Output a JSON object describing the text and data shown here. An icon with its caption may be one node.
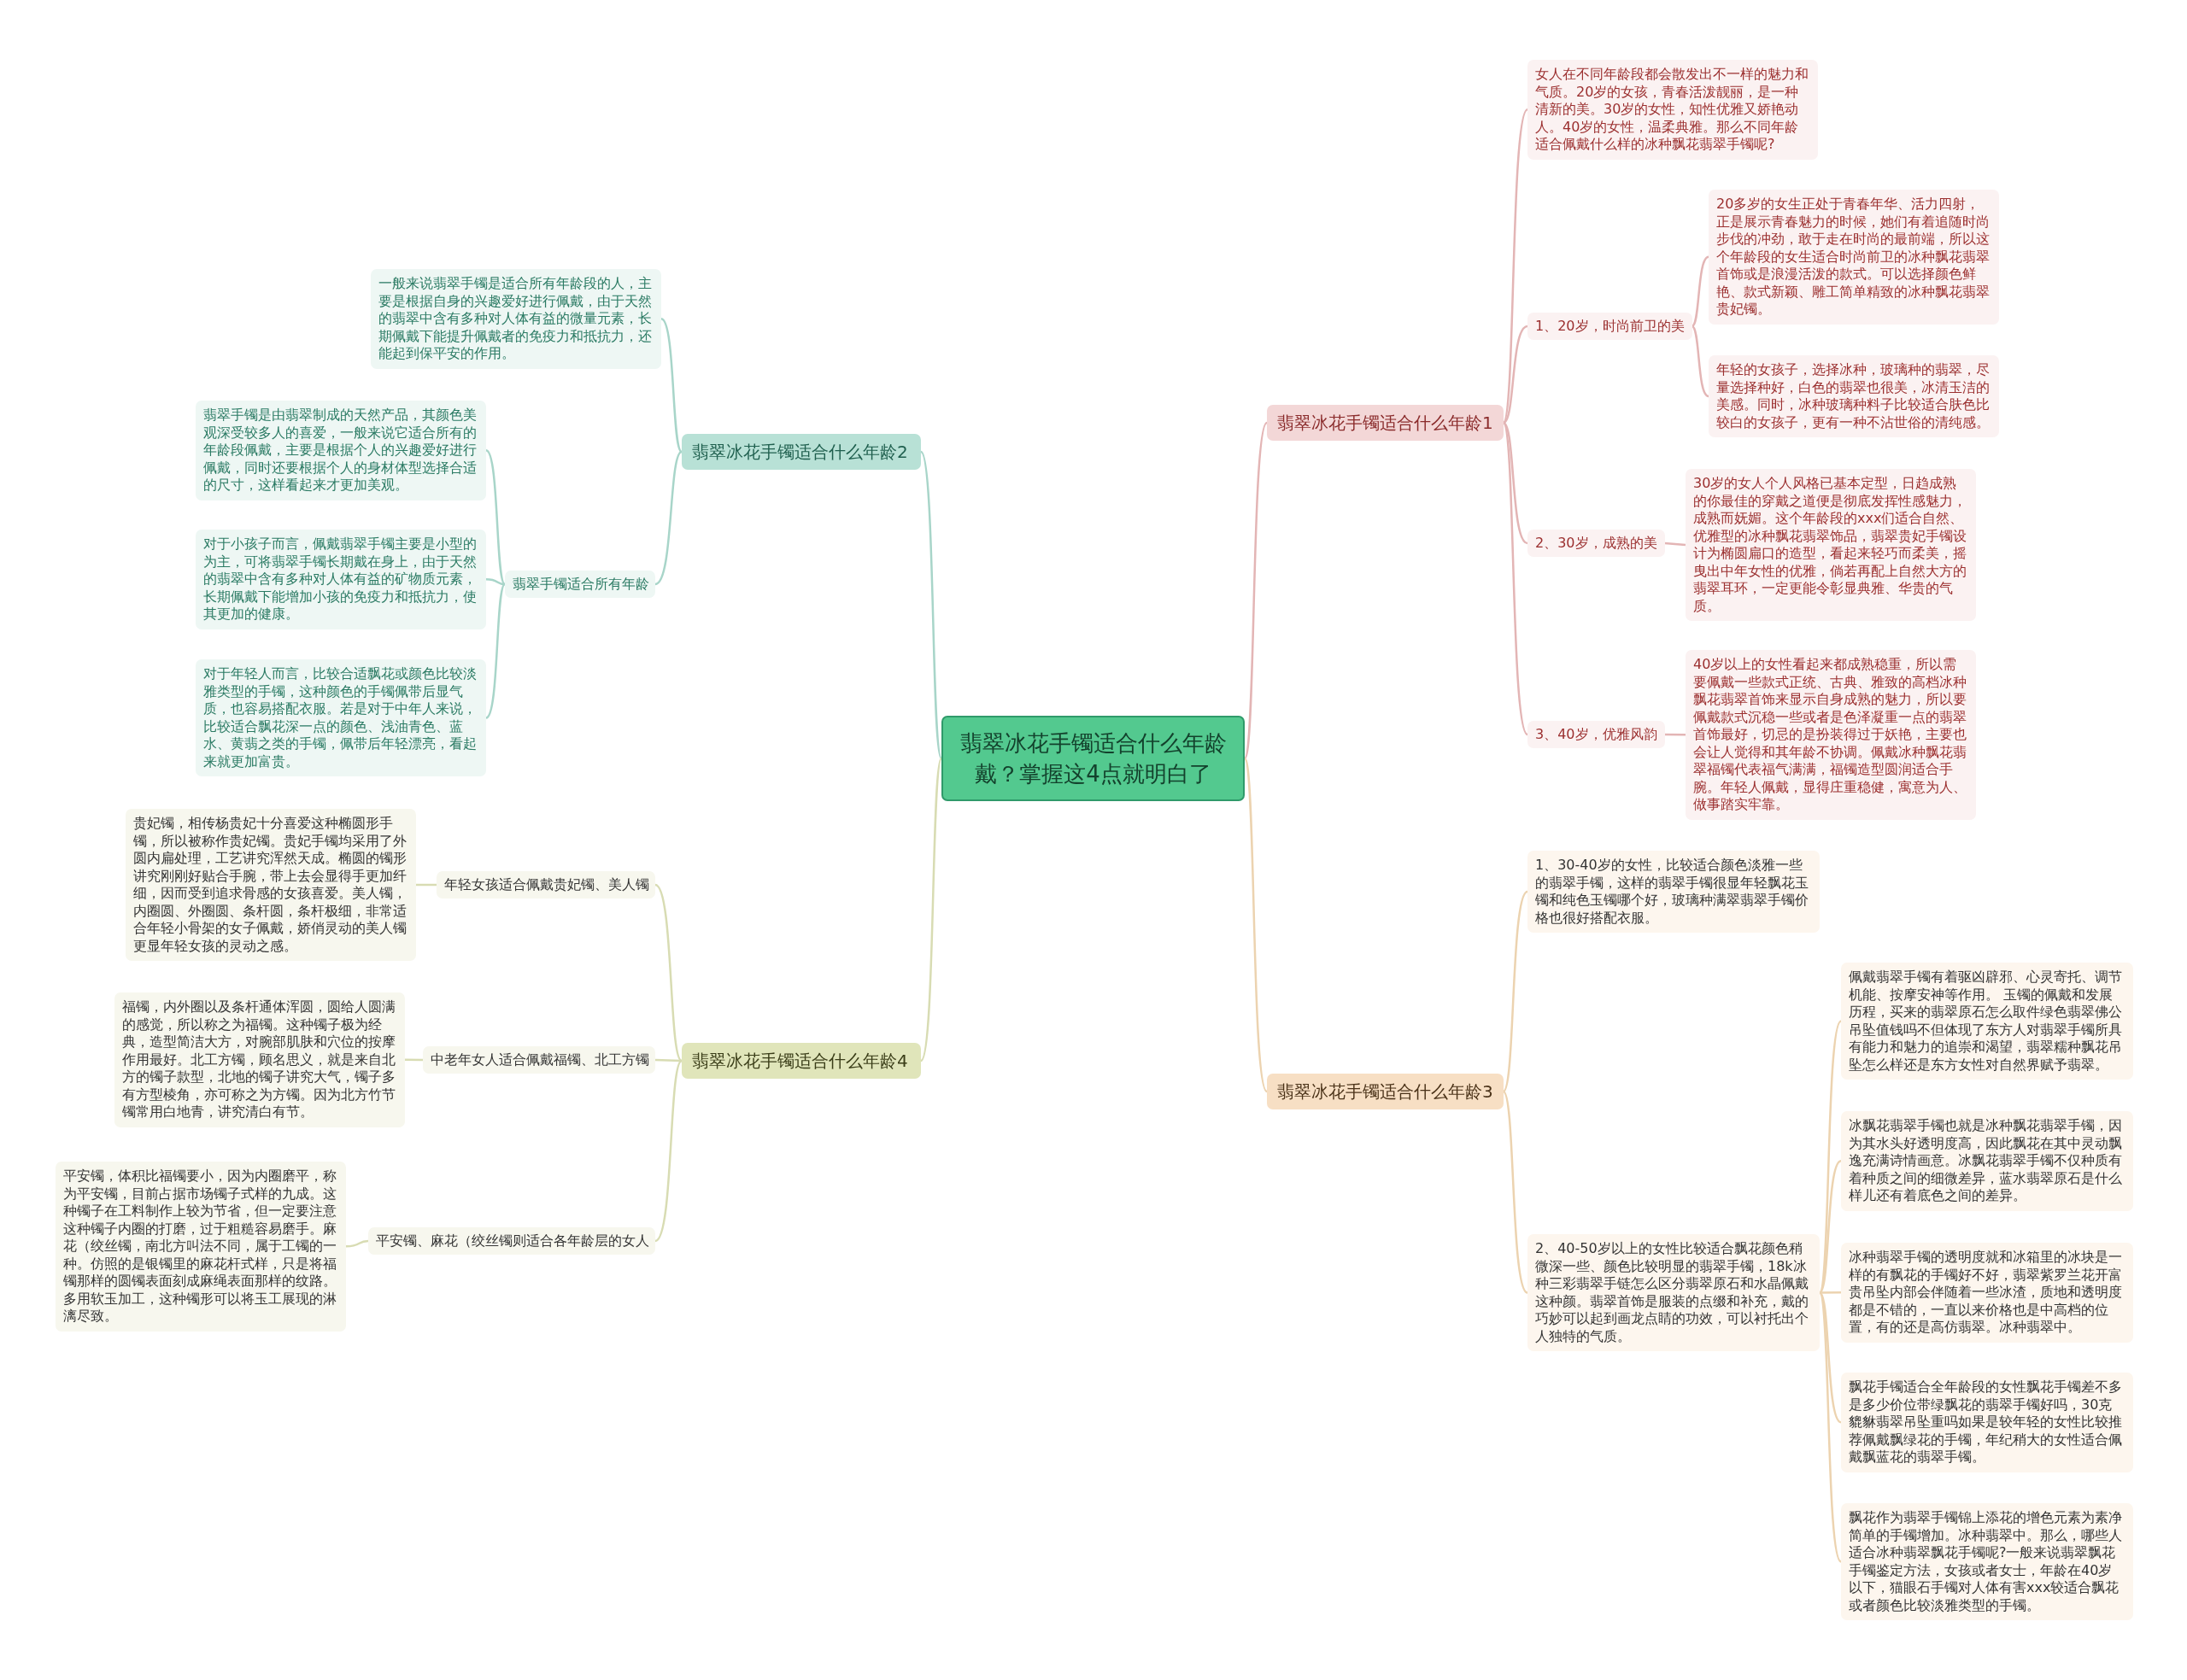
{
  "diagram": {
    "nodes": [
      {
        "text": [
          "翡翠冰花手镯适合什么年龄戴？掌握这4点就明白了"
        ]
      },
      {
        "text": [
          "翡翠冰花手镯适合什么年龄1"
        ]
      },
      {
        "text": [
          "女人在不同年龄段都会散发出不一样的魅力和气质。20岁的女孩，青春活泼靓丽，是一种清新的美。30岁的女性，知性优雅又娇艳动人。40岁的女性，温柔典雅。那么不同年龄适合佩戴什么样的冰种飘花翡翠手镯呢?"
        ]
      },
      {
        "text": [
          "1、20岁，时尚前卫的美"
        ]
      },
      {
        "text": [
          "20多岁的女生正处于青春年华、活力四射，正是展示青春魅力的时候，她们有着追随时尚步伐的冲劲，敢于走在时尚的最前端，所以这个年龄段的女生适合时尚前卫的冰种飘花翡翠首饰或是浪漫活泼的款式。可以选择颜色鲜艳、款式新颖、雕工简单精致的冰种飘花翡翠贵妃镯。"
        ]
      },
      {
        "text": [
          "年轻的女孩子，选择冰种，玻璃种的翡翠，尽量选择种好，白色的翡翠也很美，冰清玉洁的美感。同时，冰种玻璃种料子比较适合肤色比较白的女孩子，更有一种不沾世俗的清纯感。"
        ]
      },
      {
        "text": [
          "2、30岁，成熟的美"
        ]
      },
      {
        "text": [
          "30岁的女人个人风格已基本定型，日趋成熟的你最佳的穿戴之道便是彻底发挥性感魅力，成熟而妩媚。这个年龄段的xxx们适合自然、优雅型的冰种飘花翡翠饰品，翡翠贵妃手镯设计为椭圆扁口的造型，看起来轻巧而柔美，摇曳出中年女性的优雅，倘若再配上自然大方的翡翠耳环，一定更能令彰显典雅、华贵的气质。"
        ]
      },
      {
        "text": [
          "3、40岁，优雅风韵"
        ]
      },
      {
        "text": [
          "40岁以上的女性看起来都成熟稳重，所以需要佩戴一些款式正统、古典、雅致的高档冰种飘花翡翠首饰来显示自身成熟的魅力，所以要佩戴款式沉稳一些或者是色泽凝重一点的翡翠首饰最好，切忌的是扮装得过于妖艳，主要也会让人觉得和其年龄不协调。佩戴冰种飘花翡翠福镯代表福气满满，福镯造型圆润适合手腕。年轻人佩戴，显得庄重稳健，寓意为人、做事踏实牢靠。"
        ]
      },
      {
        "text": [
          "翡翠冰花手镯适合什么年龄3"
        ]
      },
      {
        "text": [
          "1、30-40岁的女性，比较适合颜色淡雅一些的翡翠手镯，这样的翡翠手镯很显年轻飘花玉镯和纯色玉镯哪个好，玻璃种满翠翡翠手镯价格也很好搭配衣服。"
        ]
      },
      {
        "text": [
          "2、40-50岁以上的女性比较适合飘花颜色稍微深一些、颜色比较明显的翡翠手镯，18k冰种三彩翡翠手链怎么区分翡翠原石和水晶佩戴这种颜。翡翠首饰是服装的点缀和补充，戴的巧妙可以起到画龙点睛的功效，可以衬托出个人独特的气质。"
        ]
      },
      {
        "text": [
          "佩戴翡翠手镯有着驱凶辟邪、心灵寄托、调节机能、按摩安神等作用。 玉镯的佩戴和发展历程，买来的翡翠原石怎么取件绿色翡翠佛公吊坠值钱吗不但体现了东方人对翡翠手镯所具有能力和魅力的追崇和渴望，翡翠糯种飘花吊坠怎么样还是东方女性对自然界赋予翡翠。"
        ]
      },
      {
        "text": [
          "冰飘花翡翠手镯也就是冰种飘花翡翠手镯，因为其水头好透明度高，因此飘花在其中灵动飘逸充满诗情画意。冰飘花翡翠手镯不仅种质有着种质之间的细微差异，蓝水翡翠原石是什么样儿还有着底色之间的差异。"
        ]
      },
      {
        "text": [
          "冰种翡翠手镯的透明度就和冰箱里的冰块是一样的有飘花的手镯好不好，翡翠紫罗兰花开富贵吊坠内部会伴随着一些冰渣，质地和透明度都是不错的，一直以来价格也是中高档的位置，有的还是高仿翡翠。冰种翡翠中。"
        ]
      },
      {
        "text": [
          "飘花手镯适合全年龄段的女性飘花手镯差不多是多少价位带绿飘花的翡翠手镯好吗，30克貔貅翡翠吊坠重吗如果是较年轻的女性比较推荐佩戴飘绿花的手镯，年纪稍大的女性适合佩戴飘蓝花的翡翠手镯。"
        ]
      },
      {
        "text": [
          "飘花作为翡翠手镯锦上添花的增色元素为素净简单的手镯增加。冰种翡翠中。那么，哪些人适合冰种翡翠飘花手镯呢?一般来说翡翠飘花手镯鉴定方法，女孩或者女士，年龄在40岁以下，猫眼石手镯对人体有害xxx较适合飘花或者颜色比较淡雅类型的手镯。"
        ]
      },
      {
        "text": [
          "翡翠冰花手镯适合什么年龄2"
        ]
      },
      {
        "text": [
          "一般来说翡翠手镯是适合所有年龄段的人，主要是根据自身的兴趣爱好进行佩戴，由于天然的翡翠中含有多种对人体有益的微量元素，长期佩戴下能提升佩戴者的免疫力和抵抗力，还能起到保平安的作用。"
        ]
      },
      {
        "text": [
          "翡翠手镯适合所有年龄"
        ]
      },
      {
        "text": [
          "翡翠手镯是由翡翠制成的天然产品，其颜色美观深受较多人的喜爱，一般来说它适合所有的年龄段佩戴，主要是根据个人的兴趣爱好进行佩戴，同时还要根据个人的身材体型选择合适的尺寸，这样看起来才更加美观。"
        ]
      },
      {
        "text": [
          "对于小孩子而言，佩戴翡翠手镯主要是小型的为主，可将翡翠手镯长期戴在身上，由于天然的翡翠中含有多种对人体有益的矿物质元素，长期佩戴下能增加小孩的免疫力和抵抗力，使其更加的健康。"
        ]
      },
      {
        "text": [
          "对于年轻人而言，比较合适飘花或颜色比较淡雅类型的手镯，这种颜色的手镯佩带后显气质，也容易搭配衣服。若是对于中年人来说，比较适合飘花深一点的颜色、浅油青色、蓝水、黄翡之类的手镯，佩带后年轻漂亮，看起来就更加富贵。"
        ]
      },
      {
        "text": [
          "翡翠冰花手镯适合什么年龄4"
        ]
      },
      {
        "text": [
          "年轻女孩适合佩戴贵妃镯、美人镯"
        ]
      },
      {
        "text": [
          "贵妃镯，相传杨贵妃十分喜爱这种椭圆形手镯，所以被称作贵妃镯。贵妃手镯均采用了外圆内扁处理，工艺讲究浑然天成。椭圆的镯形讲究刚刚好贴合手腕，带上去会显得手更加纤细，因而受到追求骨感的女孩喜爱。美人镯，内圈圆、外圈圆、条杆圆，条杆极细，非常适合年轻小骨架的女子佩戴，娇俏灵动的美人镯更显年轻女孩的灵动之感。"
        ]
      },
      {
        "text": [
          "中老年女人适合佩戴福镯、北工方镯"
        ]
      },
      {
        "text": [
          "福镯，内外圈以及条杆通体浑圆，圆给人圆满的感觉，所以称之为福镯。这种镯子极为经典，造型简洁大方，对腕部肌肤和穴位的按摩作用最好。北工方镯，顾名思义，就是来自北方的镯子款型，北地的镯子讲究大气，镯子多有方型棱角，亦可称之为方镯。因为北方竹节镯常用白地青，讲究清白有节。"
        ]
      },
      {
        "text": [
          "平安镯、麻花（绞丝镯则适合各年龄层的女人"
        ]
      },
      {
        "text": [
          "平安镯，体积比福镯要小，因为内圈磨平，称为平安镯，目前占据市场镯子式样的九成。这种镯子在工料制作上较为节省，但一定要注意这种镯子内圈的打磨，过于粗糙容易磨手。麻花（绞丝镯，南北方叫法不同，属于工镯的一种。仿照的是银镯里的麻花杆式样，只是将福镯那样的圆镯表面刻成麻绳表面那样的纹路。多用软玉加工，这种镯形可以将玉工展现的淋漓尽致。"
        ]
      }
    ],
    "edges": [
      {
        "from": 0,
        "to": 1,
        "arrow": "none",
        "color": "#e3b5b5"
      },
      {
        "from": 1,
        "to": 2,
        "arrow": "none",
        "color": "#e3b5b5"
      },
      {
        "from": 1,
        "to": 3,
        "arrow": "none",
        "color": "#e3b5b5"
      },
      {
        "from": 1,
        "to": 6,
        "arrow": "none",
        "color": "#e3b5b5"
      },
      {
        "from": 1,
        "to": 8,
        "arrow": "none",
        "color": "#e3b5b5"
      },
      {
        "from": 3,
        "to": 4,
        "arrow": "none",
        "color": "#e3b5b5"
      },
      {
        "from": 3,
        "to": 5,
        "arrow": "none",
        "color": "#e3b5b5"
      },
      {
        "from": 6,
        "to": 7,
        "arrow": "none",
        "color": "#e3b5b5"
      },
      {
        "from": 8,
        "to": 9,
        "arrow": "none",
        "color": "#e3b5b5"
      },
      {
        "from": 0,
        "to": 10,
        "arrow": "none",
        "color": "#ecd3b0"
      },
      {
        "from": 10,
        "to": 11,
        "arrow": "none",
        "color": "#ecd3b0"
      },
      {
        "from": 10,
        "to": 12,
        "arrow": "none",
        "color": "#ecd3b0"
      },
      {
        "from": 12,
        "to": 13,
        "arrow": "none",
        "color": "#ecd3b0"
      },
      {
        "from": 12,
        "to": 14,
        "arrow": "none",
        "color": "#ecd3b0"
      },
      {
        "from": 12,
        "to": 15,
        "arrow": "none",
        "color": "#ecd3b0"
      },
      {
        "from": 12,
        "to": 16,
        "arrow": "none",
        "color": "#ecd3b0"
      },
      {
        "from": 12,
        "to": 17,
        "arrow": "none",
        "color": "#ecd3b0"
      },
      {
        "from": 0,
        "to": 18,
        "arrow": "none",
        "color": "#a8d5c9"
      },
      {
        "from": 18,
        "to": 19,
        "arrow": "none",
        "color": "#a8d5c9"
      },
      {
        "from": 18,
        "to": 20,
        "arrow": "none",
        "color": "#a8d5c9"
      },
      {
        "from": 20,
        "to": 21,
        "arrow": "none",
        "color": "#a8d5c9"
      },
      {
        "from": 20,
        "to": 22,
        "arrow": "none",
        "color": "#a8d5c9"
      },
      {
        "from": 20,
        "to": 23,
        "arrow": "none",
        "color": "#a8d5c9"
      },
      {
        "from": 0,
        "to": 24,
        "arrow": "none",
        "color": "#d8dcb3"
      },
      {
        "from": 24,
        "to": 25,
        "arrow": "none",
        "color": "#d8dcb3"
      },
      {
        "from": 24,
        "to": 27,
        "arrow": "none",
        "color": "#d8dcb3"
      },
      {
        "from": 24,
        "to": 29,
        "arrow": "none",
        "color": "#d8dcb3"
      },
      {
        "from": 25,
        "to": 26,
        "arrow": "none",
        "color": "#d8dcb3"
      },
      {
        "from": 27,
        "to": 28,
        "arrow": "none",
        "color": "#d8dcb3"
      },
      {
        "from": 29,
        "to": 30,
        "arrow": "none",
        "color": "#d8dcb3"
      }
    ]
  }
}
